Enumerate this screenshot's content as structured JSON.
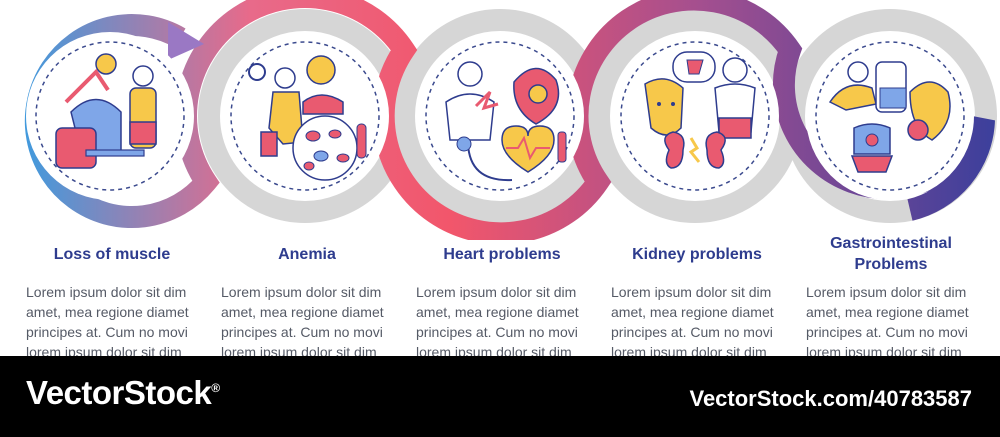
{
  "colors": {
    "title": "#2e3c8e",
    "body_text": "#555a66",
    "gradient_start": "#2f9fe6",
    "gradient_mid": "#f0566f",
    "gradient_end": "#3a3f9c",
    "gray_arc": "#d4d4d4",
    "footer_bg": "#000000"
  },
  "steps": [
    {
      "title": "Loss of muscle",
      "text": "Lorem ipsum dolor sit dim amet, mea regione diamet principes at. Cum no movi lorem ipsum dolor sit dim",
      "icon": "muscle-loss-icon"
    },
    {
      "title": "Anemia",
      "text": "Lorem ipsum dolor sit dim amet, mea regione diamet principes at. Cum no movi lorem ipsum dolor sit dim",
      "icon": "anemia-icon"
    },
    {
      "title": "Heart problems",
      "text": "Lorem ipsum dolor sit dim amet, mea regione diamet principes at. Cum no movi lorem ipsum dolor sit dim",
      "icon": "heart-problems-icon"
    },
    {
      "title": "Kidney problems",
      "text": "Lorem ipsum dolor sit dim amet, mea regione diamet principes at. Cum no movi lorem ipsum dolor sit dim",
      "icon": "kidney-problems-icon"
    },
    {
      "title": "Gastrointestinal Problems",
      "text": "Lorem ipsum dolor sit dim amet, mea regione diamet principes at. Cum no movi lorem ipsum dolor sit dim",
      "icon": "gastrointestinal-icon"
    }
  ],
  "watermark": {
    "brand": "VectorStock",
    "brand_mark": "®",
    "image_id": "VectorStock.com/40783587"
  }
}
